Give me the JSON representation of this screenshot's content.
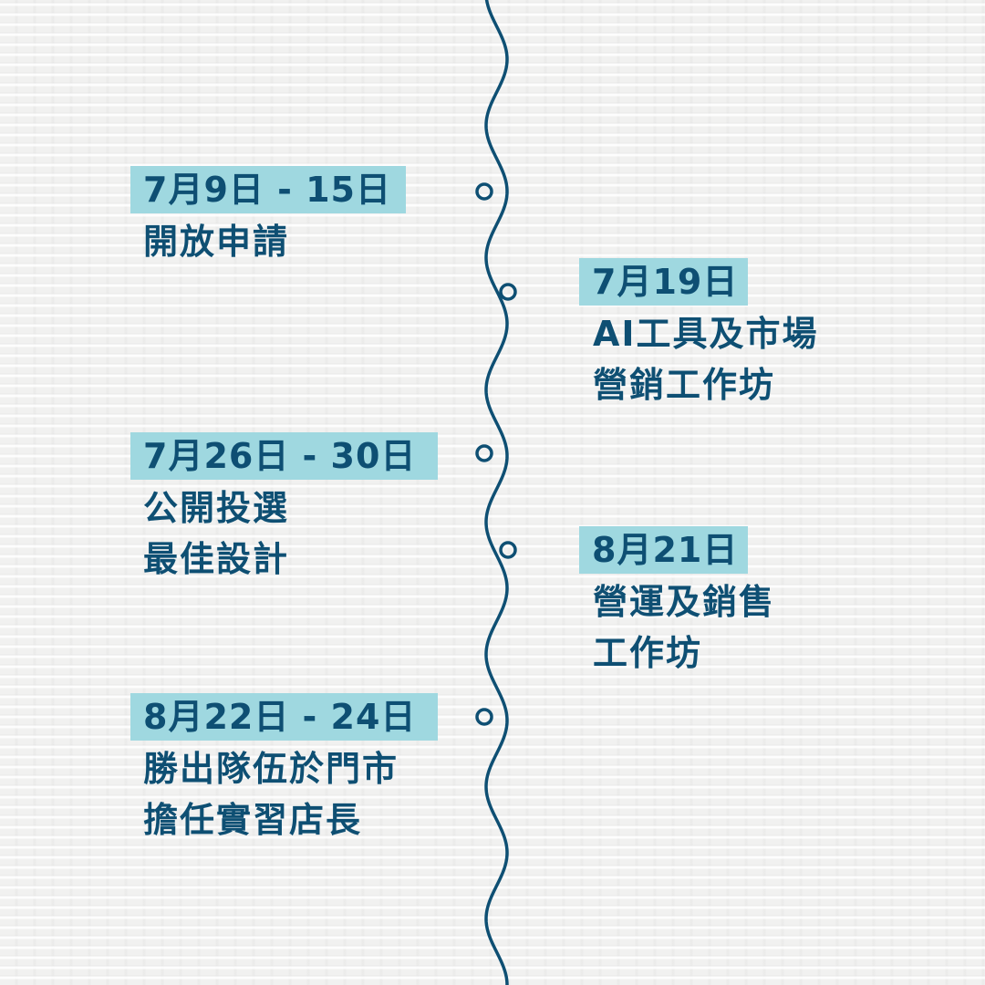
{
  "colors": {
    "background": "#f1f1f0",
    "text": "#0e4f73",
    "highlight": "#9fd8e0",
    "line": "#0e4f73"
  },
  "events": [
    {
      "date": "7月9日 - 15日",
      "lines": [
        "開放申請"
      ],
      "side": "left"
    },
    {
      "date": "7月19日",
      "lines": [
        "AI工具及市場",
        "營銷工作坊"
      ],
      "side": "right"
    },
    {
      "date": "7月26日 - 30日",
      "lines": [
        "公開投選",
        "最佳設計"
      ],
      "side": "left"
    },
    {
      "date": "8月21日",
      "lines": [
        "營運及銷售",
        "工作坊"
      ],
      "side": "right"
    },
    {
      "date": "8月22日 - 24日",
      "lines": [
        "勝出隊伍於門市",
        "擔任實習店長"
      ],
      "side": "left"
    }
  ]
}
